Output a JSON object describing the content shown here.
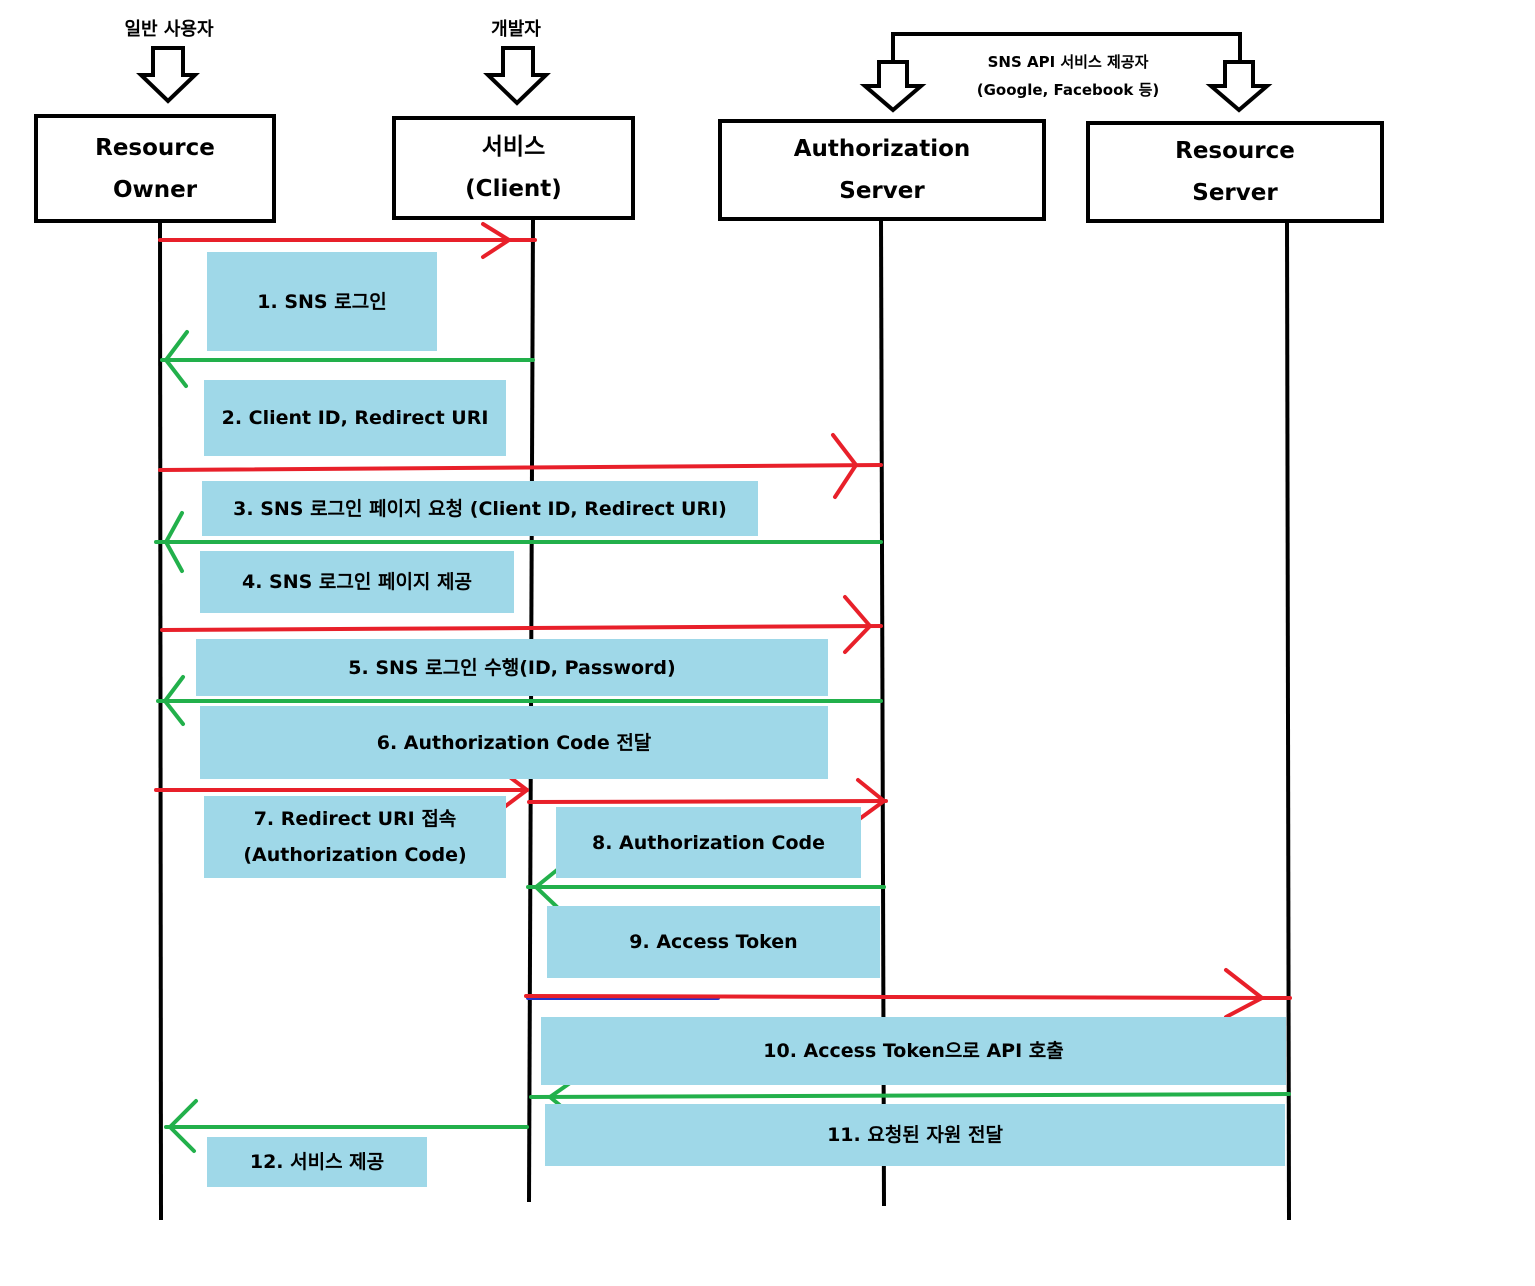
{
  "roles": {
    "general_user": "일반 사용자",
    "developer": "개발자",
    "provider_line1": "SNS API 서비스 제공자",
    "provider_line2": "(Google, Facebook 등)"
  },
  "actors": [
    {
      "id": "resource-owner",
      "line1": "Resource",
      "line2": "Owner"
    },
    {
      "id": "client",
      "line1": "서비스",
      "line2": "(Client)"
    },
    {
      "id": "authorization-server",
      "line1": "Authorization",
      "line2": "Server"
    },
    {
      "id": "resource-server",
      "line1": "Resource",
      "line2": "Server"
    }
  ],
  "messages": [
    {
      "step": "1",
      "lines": [
        "1. SNS 로그인"
      ]
    },
    {
      "step": "2",
      "lines": [
        "2. Client ID, Redirect URI"
      ]
    },
    {
      "step": "3",
      "lines": [
        "3. SNS 로그인 페이지 요청 (Client ID, Redirect URI)"
      ]
    },
    {
      "step": "4",
      "lines": [
        "4. SNS 로그인 페이지 제공"
      ]
    },
    {
      "step": "5",
      "lines": [
        "5. SNS 로그인 수행(ID, Password)"
      ]
    },
    {
      "step": "6",
      "lines": [
        "6. Authorization Code 전달"
      ]
    },
    {
      "step": "7",
      "lines": [
        "7. Redirect URI 접속",
        "(Authorization Code)"
      ]
    },
    {
      "step": "8",
      "lines": [
        "8. Authorization Code"
      ]
    },
    {
      "step": "9",
      "lines": [
        "9. Access Token"
      ]
    },
    {
      "step": "10",
      "lines": [
        "10. Access Token으로 API 호출"
      ]
    },
    {
      "step": "11",
      "lines": [
        "11. 요청된 자원 전달"
      ]
    },
    {
      "step": "12",
      "lines": [
        "12. 서비스 제공"
      ]
    }
  ],
  "colors": {
    "request_arrow": "#e8202a",
    "response_arrow": "#22b04b",
    "label_fill": "#9fd8e8",
    "lifeline": "#000000"
  }
}
